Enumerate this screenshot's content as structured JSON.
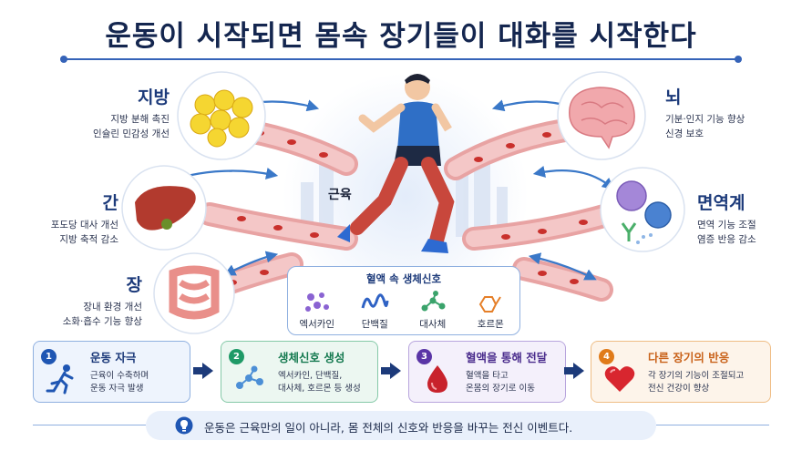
{
  "title": "운동이 시작되면 몸속 장기들이 대화를 시작한다",
  "organs": {
    "fat": {
      "name": "지방",
      "desc": [
        "지방 분해 촉진",
        "인슐린 민감성 개선"
      ]
    },
    "liver": {
      "name": "간",
      "desc": [
        "포도당 대사 개선",
        "지방 축적 감소"
      ]
    },
    "gut": {
      "name": "장",
      "desc": [
        "장내 환경 개선",
        "소화·흡수 기능 향상"
      ]
    },
    "brain": {
      "name": "뇌",
      "desc": [
        "기분·인지 기능 향상",
        "신경 보호"
      ]
    },
    "immune": {
      "name": "면역계",
      "desc": [
        "면역 기능 조절",
        "염증 반응 감소"
      ]
    }
  },
  "muscle_label": "근육",
  "signals": {
    "heading": "혈액 속 생체신호",
    "items": [
      {
        "label": "엑서카인",
        "icon": "molecule-cluster-icon"
      },
      {
        "label": "단백질",
        "icon": "protein-coil-icon"
      },
      {
        "label": "대사체",
        "icon": "metabolite-icon"
      },
      {
        "label": "호르몬",
        "icon": "hormone-ring-icon"
      }
    ]
  },
  "steps": [
    {
      "num": "1",
      "title": "운동 자극",
      "desc": [
        "근육이 수축하며",
        "운동 자극 발생"
      ],
      "color": "#1f56b3"
    },
    {
      "num": "2",
      "title": "생체신호 생성",
      "desc": [
        "엑서카인, 단백질,",
        "대사체, 호르몬 등 생성"
      ],
      "color": "#1f9a67"
    },
    {
      "num": "3",
      "title": "혈액을 통해 전달",
      "desc": [
        "혈액을 타고",
        "온몸의 장기로 이동"
      ],
      "color": "#5a35a6"
    },
    {
      "num": "4",
      "title": "다른 장기의 반응",
      "desc": [
        "각 장기의 기능이 조절되고",
        "전신 건강이 향상"
      ],
      "color": "#e07b1a"
    }
  ],
  "footer": "운동은 근육만의 일이 아니라, 몸 전체의 신호와 반응을 바꾸는 전신 이벤트다."
}
